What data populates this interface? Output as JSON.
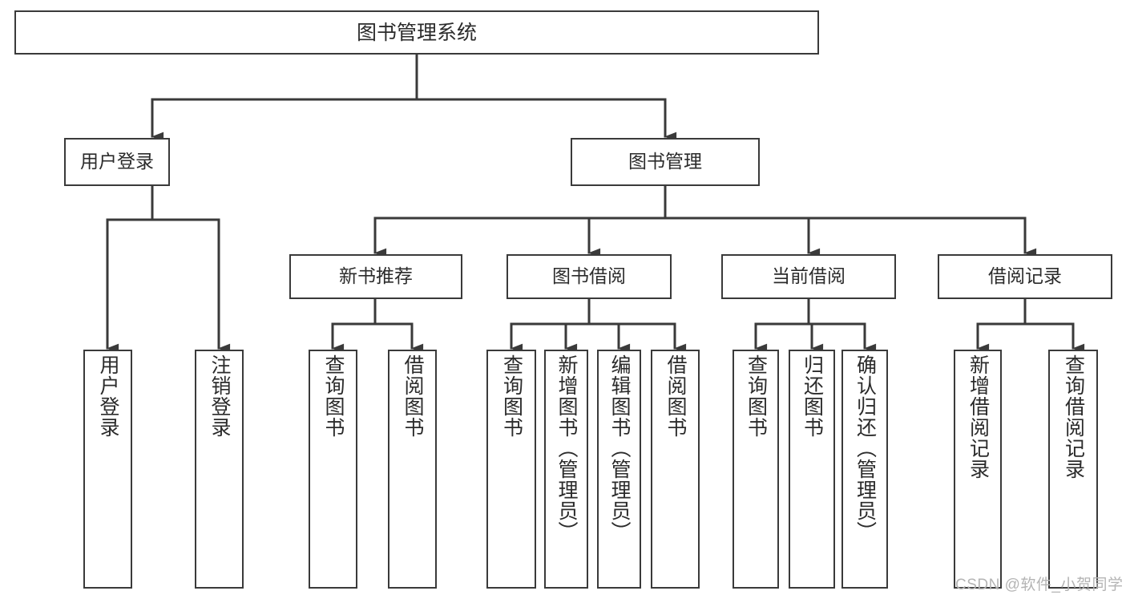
{
  "diagram": {
    "type": "tree-hierarchy",
    "title": "图书管理系统",
    "root": {
      "label": "图书管理系统"
    },
    "level1": [
      {
        "id": "user-login",
        "label": "用户登录"
      },
      {
        "id": "book-management",
        "label": "图书管理"
      }
    ],
    "level2": [
      {
        "id": "new-book-recommend",
        "label": "新书推荐",
        "parent": "book-management"
      },
      {
        "id": "book-borrow",
        "label": "图书借阅",
        "parent": "book-management"
      },
      {
        "id": "current-borrow",
        "label": "当前借阅",
        "parent": "book-management"
      },
      {
        "id": "borrow-record",
        "label": "借阅记录",
        "parent": "book-management"
      }
    ],
    "leaves": [
      {
        "id": "leaf-user-login",
        "label": "用户登录",
        "parent": "user-login"
      },
      {
        "id": "leaf-logout-login",
        "label": "注销登录",
        "parent": "user-login"
      },
      {
        "id": "leaf-query-book-1",
        "label": "查询图书",
        "parent": "new-book-recommend"
      },
      {
        "id": "leaf-borrow-book-1",
        "label": "借阅图书",
        "parent": "new-book-recommend"
      },
      {
        "id": "leaf-query-book-2",
        "label": "查询图书",
        "parent": "book-borrow"
      },
      {
        "id": "leaf-add-book",
        "label": "新增图书（管理员）",
        "parent": "book-borrow"
      },
      {
        "id": "leaf-edit-book",
        "label": "编辑图书（管理员）",
        "parent": "book-borrow"
      },
      {
        "id": "leaf-borrow-book-2",
        "label": "借阅图书",
        "parent": "book-borrow"
      },
      {
        "id": "leaf-query-book-3",
        "label": "查询图书",
        "parent": "current-borrow"
      },
      {
        "id": "leaf-return-book",
        "label": "归还图书",
        "parent": "current-borrow"
      },
      {
        "id": "leaf-confirm-return",
        "label": "确认归还（管理员）",
        "parent": "current-borrow"
      },
      {
        "id": "leaf-add-record",
        "label": "新增借阅记录",
        "parent": "borrow-record"
      },
      {
        "id": "leaf-query-record",
        "label": "查询借阅记录",
        "parent": "borrow-record"
      }
    ]
  },
  "watermark": {
    "text": "CSDN @软件_小贺同学"
  },
  "colors": {
    "stroke": "#3a3a3a",
    "text": "#2b2b2b",
    "background": "#ffffff",
    "watermark": "#b4b4b4"
  }
}
